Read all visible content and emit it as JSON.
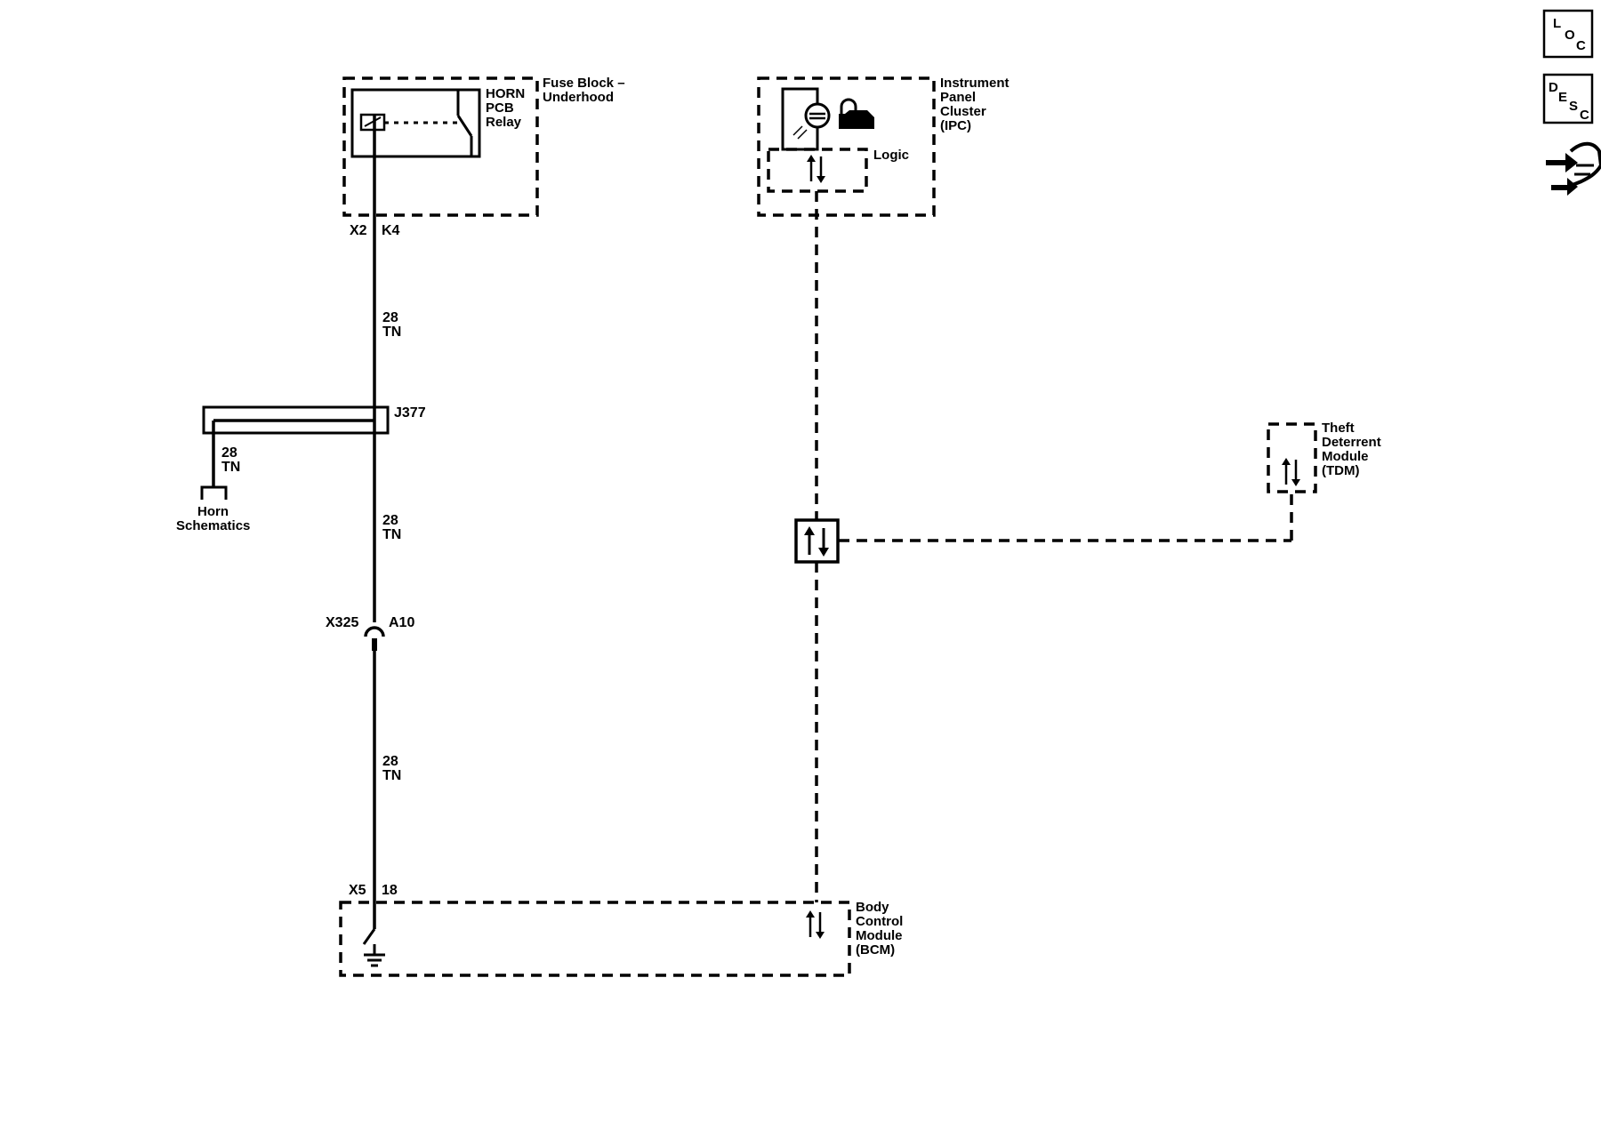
{
  "fuse_block": {
    "relay_label": [
      "HORN",
      "PCB",
      "Relay"
    ],
    "module_label": [
      "Fuse Block –",
      "Underhood"
    ],
    "connector": "X2",
    "pin": "K4"
  },
  "wire_segments": [
    {
      "gauge": "28",
      "color": "TN"
    },
    {
      "gauge": "28",
      "color": "TN"
    },
    {
      "gauge": "28",
      "color": "TN"
    },
    {
      "gauge": "28",
      "color": "TN"
    }
  ],
  "splice": {
    "label": "J377"
  },
  "horn_ref": {
    "label": [
      "Horn",
      "Schematics"
    ]
  },
  "inline_connector": {
    "connector": "X325",
    "pin": "A10"
  },
  "bcm": {
    "label": [
      "Body",
      "Control",
      "Module",
      "(BCM)"
    ],
    "connector": "X5",
    "pin": "18"
  },
  "ipc": {
    "label": [
      "Instrument",
      "Panel",
      "Cluster",
      "(IPC)"
    ],
    "logic_label": "Logic"
  },
  "tdm": {
    "label": [
      "Theft",
      "Deterrent",
      "Module",
      "(TDM)"
    ]
  },
  "side_buttons": {
    "loc": [
      "L",
      "O",
      "C"
    ],
    "desc": [
      "D",
      "E",
      "S",
      "C"
    ]
  }
}
